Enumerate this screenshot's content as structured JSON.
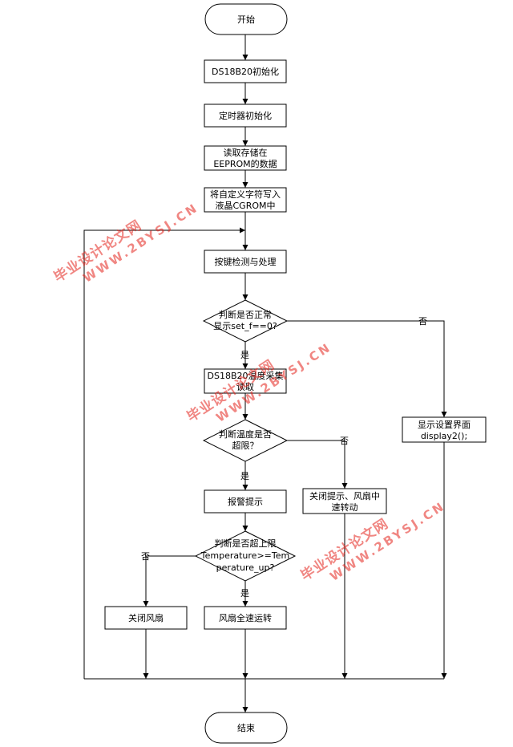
{
  "nodes": {
    "start": "开始",
    "ds_init": "DS18B20初始化",
    "timer_init": "定时器初始化",
    "read_eeprom": [
      "读取存储在",
      "EEPROM的数据"
    ],
    "write_cgrom": [
      "将自定义字符写入",
      "液晶CGROM中"
    ],
    "key_process": "按键检测与处理",
    "check_normal": [
      "判断是否正常",
      "显示set_f==0?"
    ],
    "ds_read": [
      "DS18B20温度采集",
      "读取"
    ],
    "check_temp": [
      "判断温度是否",
      "超限？"
    ],
    "alarm": "报警提示",
    "check_upper": [
      "判断是否超上限",
      "Temperature>=Tem",
      "perature_up?"
    ],
    "fan_off": "关闭风扇",
    "fan_full": "风扇全速运转",
    "close_alarm": [
      "关闭提示、风扇中",
      "速转动"
    ],
    "display_settings": [
      "显示设置界面",
      "display2();"
    ],
    "end": "结束"
  },
  "edge_labels": {
    "normal_no": "否",
    "normal_yes": "是",
    "temp_no": "否",
    "temp_yes": "是",
    "upper_no": "否",
    "upper_yes": "是"
  },
  "watermarks": [
    {
      "cn": "毕业设计论文网",
      "url": "WWW.2BYSJ.CN"
    },
    {
      "cn": "毕业设计论文网",
      "url": "WWW.2BYSJ.CN"
    },
    {
      "cn": "毕业设计论文网",
      "url": "WWW.2BYSJ.CN"
    }
  ],
  "colors": {
    "line": "#000000",
    "watermark": "#e3231c"
  }
}
